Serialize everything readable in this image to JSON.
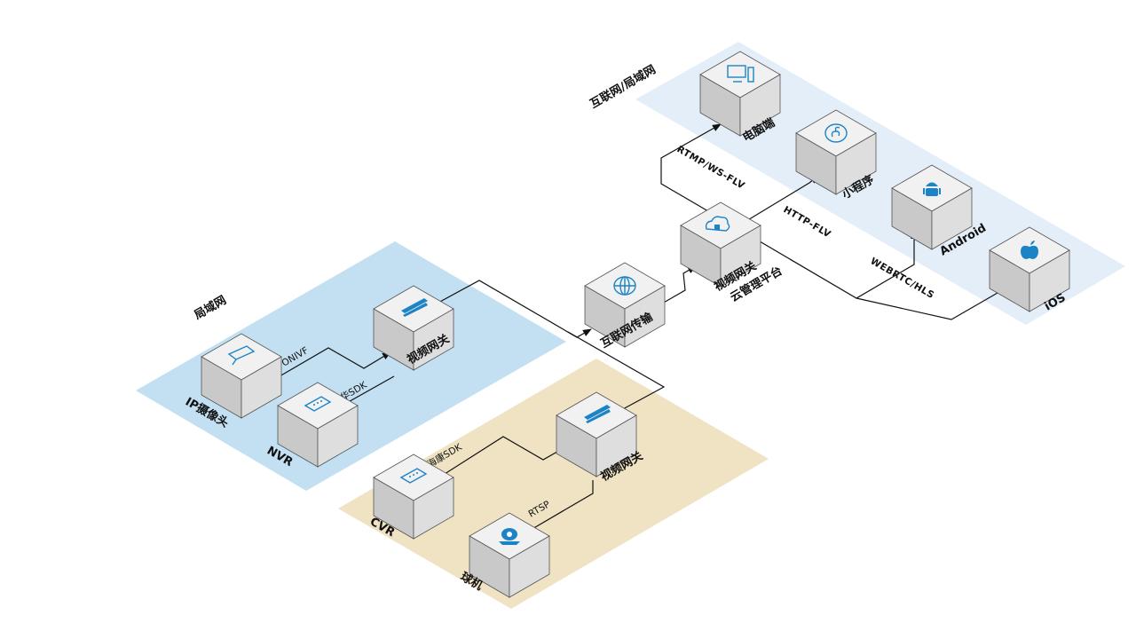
{
  "zones": {
    "lan": "局域网",
    "internet_lan": "互联网/局域网"
  },
  "nodes": {
    "ip_camera": {
      "label": "IP摄像头",
      "icon": "camera-icon"
    },
    "nvr": {
      "label": "NVR",
      "icon": "recorder-icon"
    },
    "gateway_lan": {
      "label": "视频网关",
      "icon": "server-icon"
    },
    "cvr": {
      "label": "CVR",
      "icon": "recorder-icon"
    },
    "dome": {
      "label": "球机",
      "icon": "dome-camera-icon"
    },
    "gateway_2": {
      "label": "视频网关",
      "icon": "server-icon"
    },
    "internet": {
      "label": "互联网传输",
      "icon": "globe-icon"
    },
    "cloud": {
      "label_1": "视频网关",
      "label_2": "云管理平台",
      "icon": "cloud-icon"
    },
    "pc": {
      "label": "电脑端",
      "icon": "monitor-icon"
    },
    "miniapp": {
      "label": "小程序",
      "icon": "miniprogram-icon"
    },
    "android": {
      "label": "Android",
      "icon": "android-icon"
    },
    "ios": {
      "label": "iOS",
      "icon": "apple-icon"
    }
  },
  "protocols": {
    "onvif": "ONIVF",
    "dahua": "大华SDK",
    "hikvision": "海康SDK",
    "rtsp": "RTSP",
    "rtmp": "RTMP/WS-FLV",
    "httpflv": "HTTP-FLV",
    "webrtc": "WEBRTC/HLS"
  },
  "colors": {
    "lan_zone": "#c3e0f3",
    "site_zone": "#efe3c4",
    "client_zone": "#e4eef8",
    "icon": "#1c84c6"
  }
}
